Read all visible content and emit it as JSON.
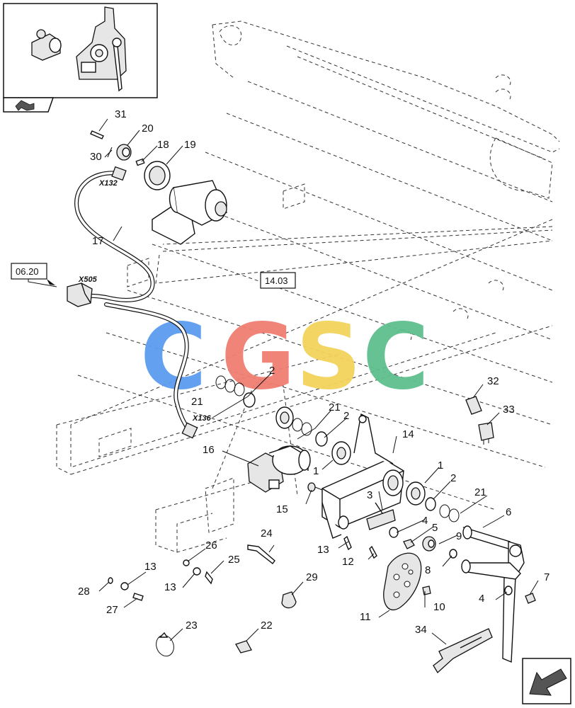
{
  "watermark": {
    "letters": [
      {
        "char": "C",
        "color": "#5b9cf0"
      },
      {
        "char": "G",
        "color": "#f07e72"
      },
      {
        "char": "S",
        "color": "#f3d35c"
      },
      {
        "char": "C",
        "color": "#5fbf8e"
      }
    ]
  },
  "ref_boxes": [
    {
      "id": "ref-0620",
      "text": "06.20"
    },
    {
      "id": "ref-1403",
      "text": "14.03"
    }
  ],
  "connectors": {
    "x132": "X132",
    "x505": "X505",
    "x136": "X136"
  },
  "callouts": {
    "c1a": "1",
    "c1b": "1",
    "c2a": "2",
    "c2b": "2",
    "c2c": "2",
    "c3": "3",
    "c4a": "4",
    "c4b": "4",
    "c5": "5",
    "c6": "6",
    "c7": "7",
    "c8": "8",
    "c9": "9",
    "c10": "10",
    "c11": "11",
    "c12": "12",
    "c13a": "13",
    "c13b": "13",
    "c13c": "13",
    "c14": "14",
    "c15": "15",
    "c16": "16",
    "c17": "17",
    "c18": "18",
    "c19": "19",
    "c20": "20",
    "c21a": "21",
    "c21b": "21",
    "c21c": "21",
    "c22": "22",
    "c23": "23",
    "c24": "24",
    "c25": "25",
    "c26": "26",
    "c27": "27",
    "c28": "28",
    "c29": "29",
    "c30": "30",
    "c31": "31",
    "c32": "32",
    "c33": "33",
    "c34": "34"
  },
  "icons": {
    "inset_nav": "arrow-curve-icon",
    "corner_nav": "arrow-down-left-icon"
  }
}
